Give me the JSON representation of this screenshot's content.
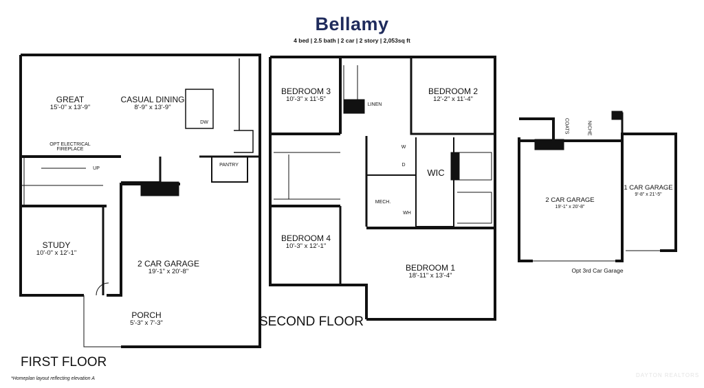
{
  "header": {
    "title": "Bellamy",
    "summary": "4 bed | 2.5 bath  | 2 car  | 2 story | 2,053sq ft"
  },
  "first_floor": {
    "label": "FIRST FLOOR",
    "rooms": [
      {
        "name": "GREAT",
        "dims": "15'-0\" x 13'-9\""
      },
      {
        "name": "CASUAL DINING",
        "dims": "8'-9\" x 13'-9\""
      },
      {
        "name": "STUDY",
        "dims": "10'-0\" x 12'-1\""
      },
      {
        "name": "2 CAR GARAGE",
        "dims": "19'-1\" x 20'-8\""
      },
      {
        "name": "PORCH",
        "dims": "5'-3\" x 7'-3\""
      }
    ],
    "small_labels": {
      "fireplace": "OPT ELECTRICAL FIREPLACE",
      "dw": "DW",
      "pantry": "PANTRY",
      "up": "UP"
    }
  },
  "second_floor": {
    "label": "SECOND FLOOR",
    "rooms": [
      {
        "name": "BEDROOM 3",
        "dims": "10'-3\" x 11'-5\""
      },
      {
        "name": "BEDROOM 2",
        "dims": "12'-2\" x 11'-4\""
      },
      {
        "name": "BEDROOM 4",
        "dims": "10'-3\" x 12'-1\""
      },
      {
        "name": "BEDROOM 1",
        "dims": "18'-11\" x 13'-4\""
      }
    ],
    "small_labels": {
      "linen": "LINEN",
      "wic": "WIC",
      "mech": "MECH.",
      "wh": "WH",
      "w": "W",
      "d": "D"
    }
  },
  "opt_garage": {
    "caption": "Opt 3rd Car Garage",
    "rooms": [
      {
        "name": "2 CAR GARAGE",
        "dims": "19'-1\" x 20'-8\""
      },
      {
        "name": "1 CAR GARAGE",
        "dims": "9'-8\" x 21'-5\""
      }
    ],
    "small_labels": {
      "coats": "COATS",
      "niche": "NICHE"
    }
  },
  "footnote": "*Homeplan layout reflecting elevation A",
  "watermark": "DAYTON REALTORS"
}
